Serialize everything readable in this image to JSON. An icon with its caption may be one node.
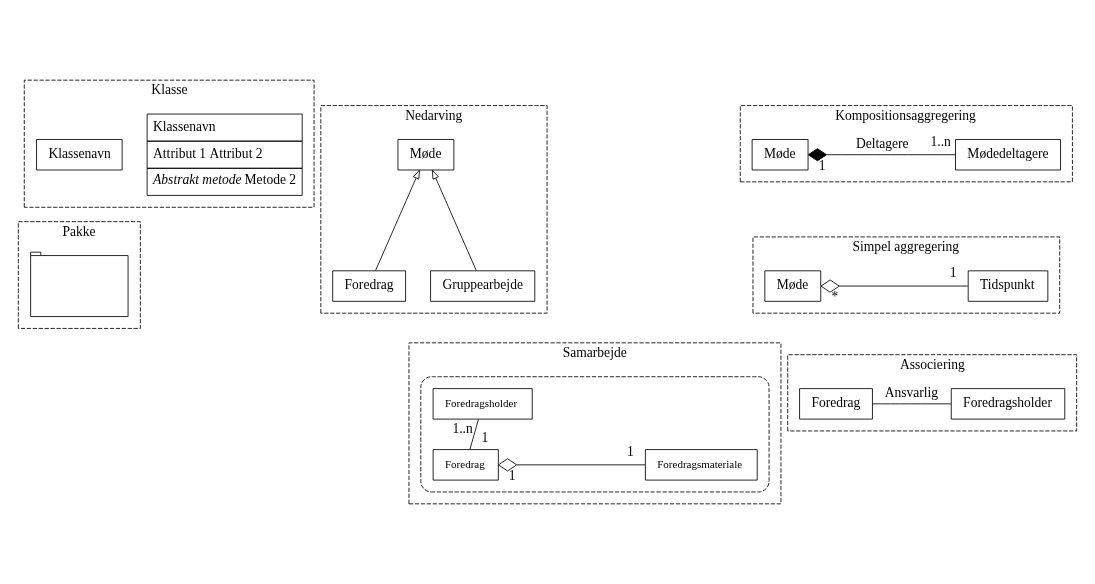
{
  "diagram": {
    "nodes": [
      {
        "text": [
          "Klasse"
        ]
      },
      {
        "text": [
          "Klassenavn",
          "Attribut 1 Attribut 2",
          "*Abstrakt metode* Metode 2"
        ],
        "in": 0
      },
      {
        "text": [
          "Klassenavn"
        ],
        "in": 0
      },
      {
        "text": [
          "Pakke"
        ]
      },
      {
        "text": [],
        "shape": "folder",
        "in": 3
      },
      {
        "text": [
          "Nedarving"
        ]
      },
      {
        "text": [
          "Møde"
        ],
        "in": 5
      },
      {
        "text": [
          "Foredrag"
        ],
        "in": 5
      },
      {
        "text": [
          "Gruppearbejde"
        ],
        "in": 5
      },
      {
        "text": [
          "Samarbejde"
        ]
      },
      {
        "text": [],
        "shape": "ellipse",
        "in": 9
      },
      {
        "text": [
          "Foredragsholder"
        ],
        "in": 10
      },
      {
        "text": [
          "Foredrag"
        ],
        "in": 10
      },
      {
        "text": [
          "Foredragsmateriale"
        ],
        "in": 10
      },
      {
        "text": [
          "Kompositionsaggregering"
        ]
      },
      {
        "text": [
          "Møde"
        ],
        "in": 14
      },
      {
        "text": [
          "Mødedeltagere"
        ],
        "in": 14
      },
      {
        "text": [
          "Simpel aggregering"
        ]
      },
      {
        "text": [
          "Møde"
        ],
        "in": 17
      },
      {
        "text": [
          "Tidspunkt"
        ],
        "in": 17
      },
      {
        "text": [
          "Associering"
        ]
      },
      {
        "text": [
          "Foredrag"
        ],
        "in": 20
      },
      {
        "text": [
          "Foredragsholder"
        ],
        "in": 20
      }
    ],
    "edges": [
      {
        "from": 7,
        "to": 6,
        "arrow": "to"
      },
      {
        "from": 8,
        "to": 6,
        "arrow": "to"
      },
      {
        "from": 11,
        "to": 12,
        "arrow": "none"
      },
      {
        "from": 13,
        "to": 12,
        "arrow": "other"
      },
      {
        "from": 16,
        "to": 15,
        "arrow": "other",
        "label": "Deltagere"
      },
      {
        "from": 19,
        "to": 18,
        "arrow": "other"
      },
      {
        "from": 21,
        "to": 22,
        "arrow": "none",
        "label": "Ansvarlig"
      }
    ],
    "labels": [
      "1..n",
      "1",
      "1",
      "1",
      "1",
      "1..n",
      "*",
      "1"
    ]
  }
}
